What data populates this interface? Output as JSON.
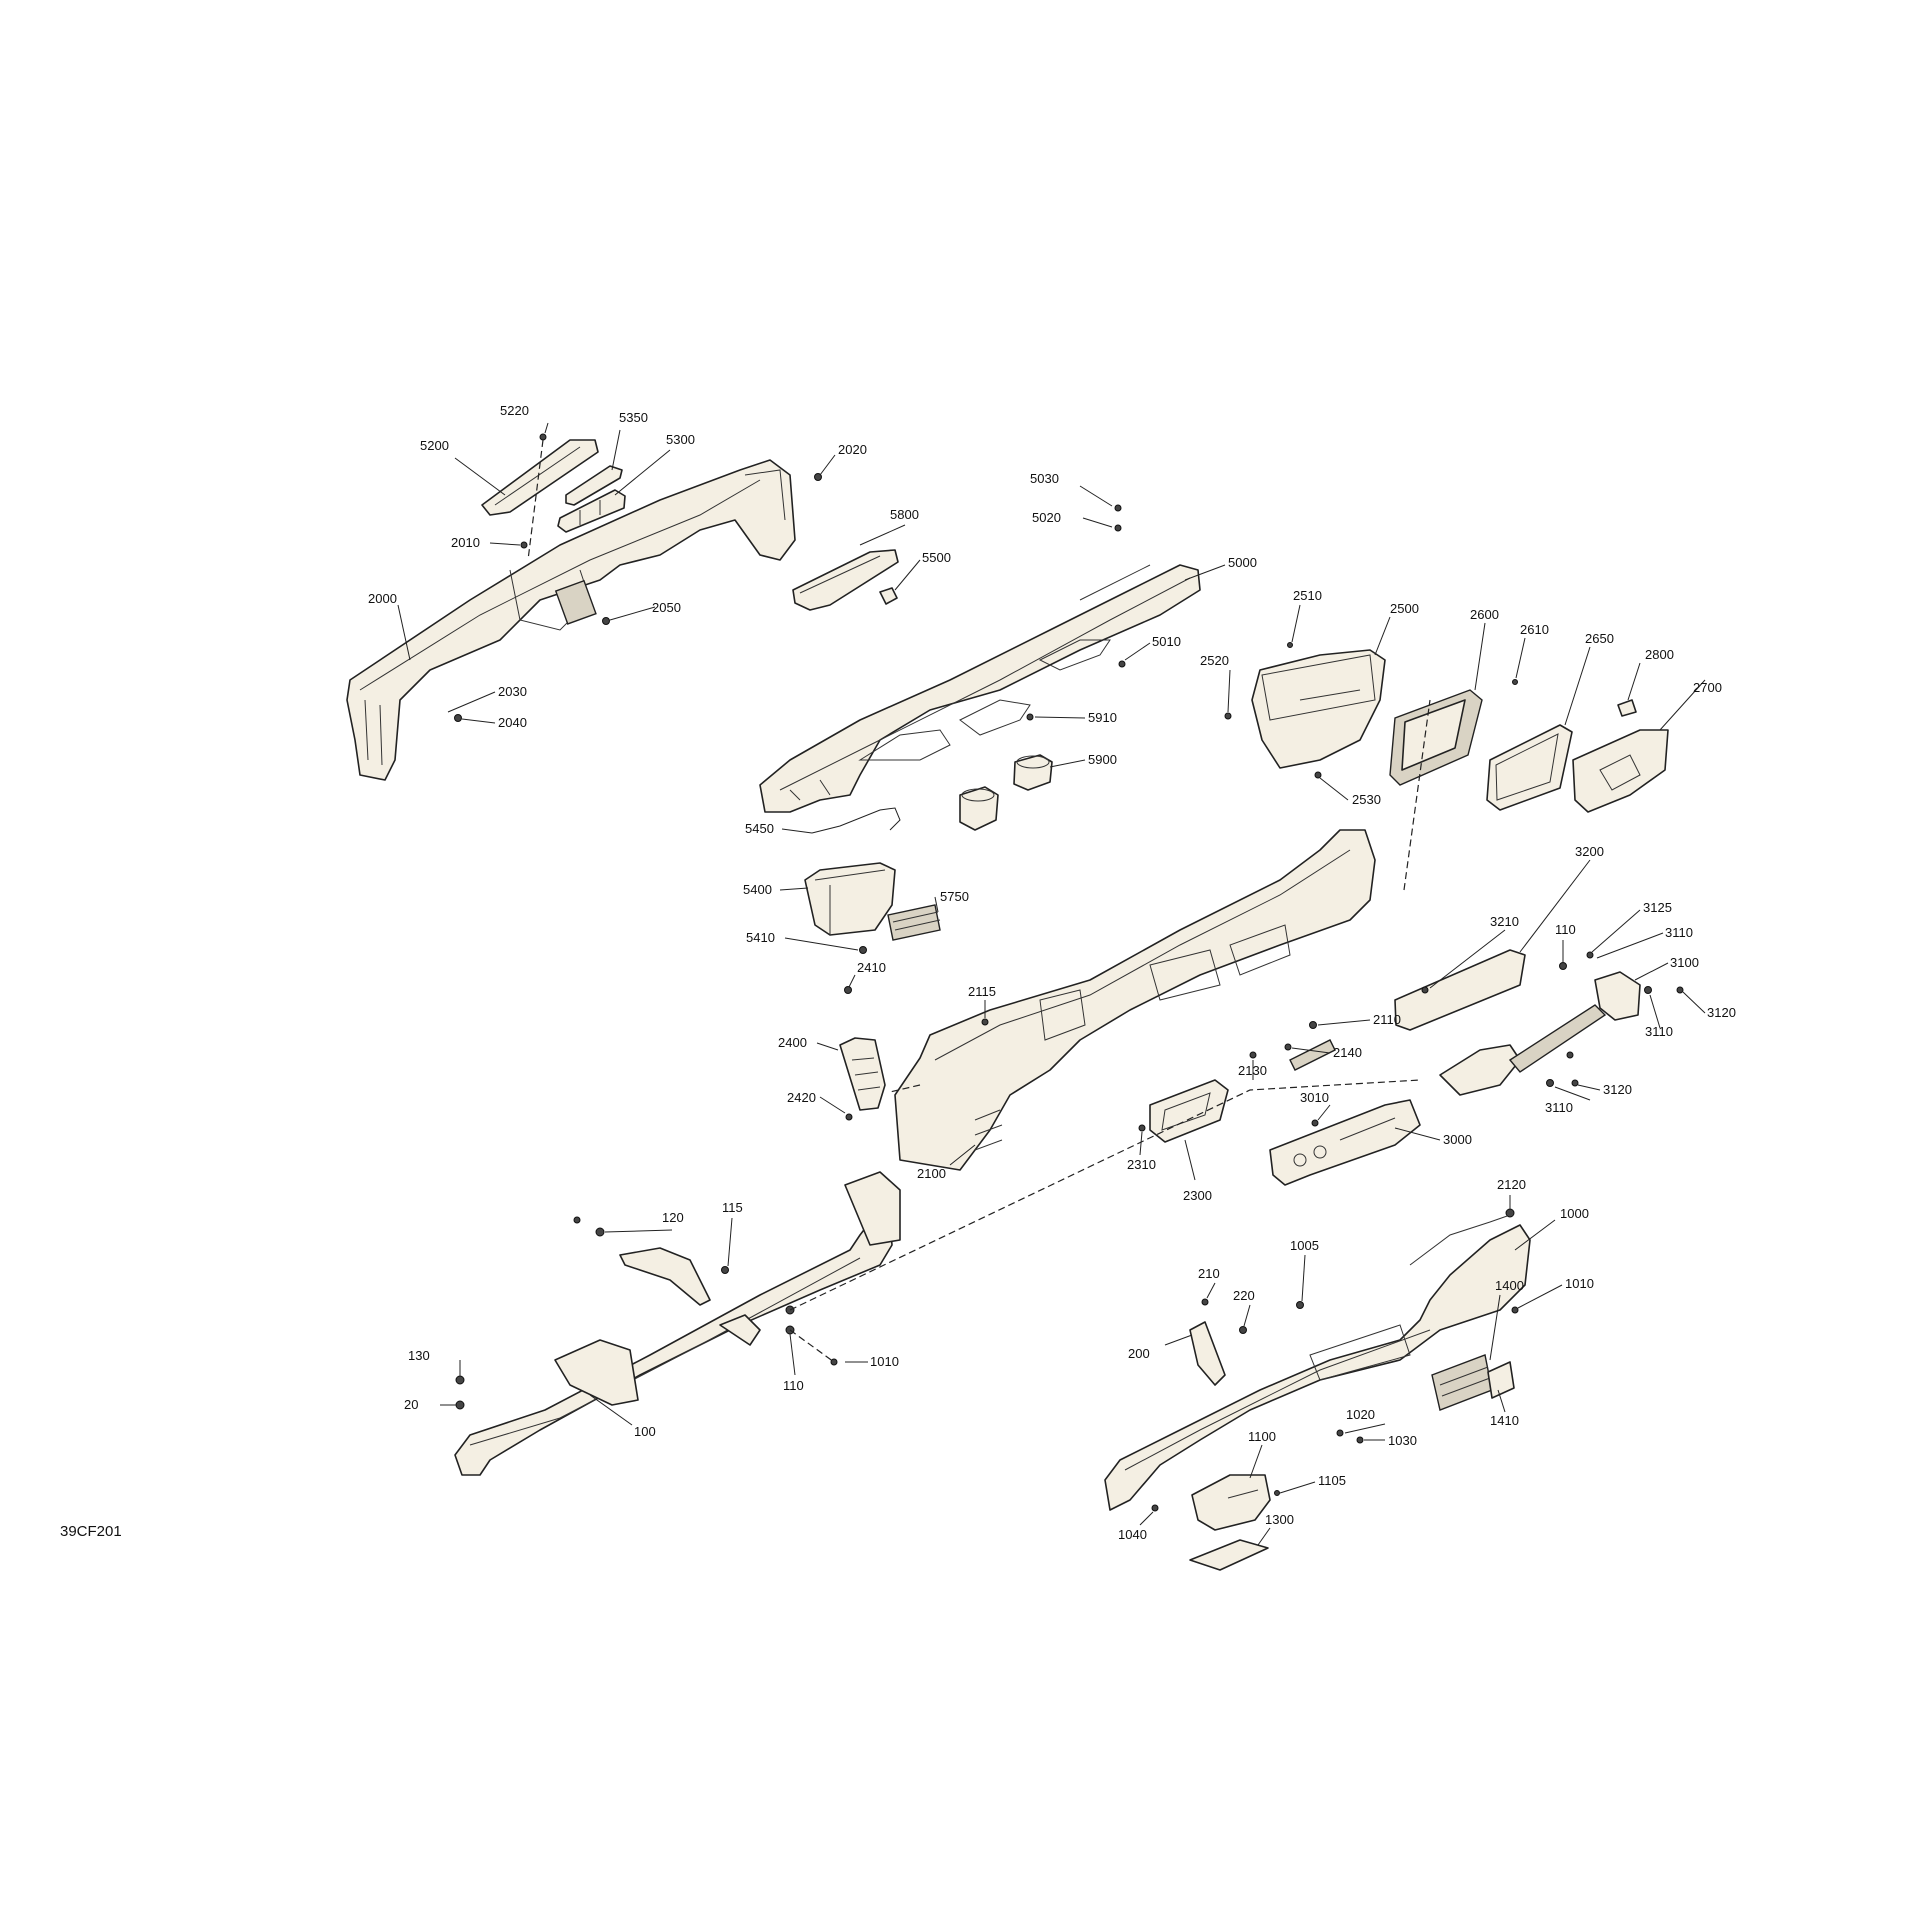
{
  "diagram": {
    "drawing_code": "39CF201",
    "callouts": {
      "c5220": "5220",
      "c5350": "5350",
      "c5200": "5200",
      "c5300": "5300",
      "c2020": "2020",
      "c2010": "2010",
      "c2000": "2000",
      "c2050": "2050",
      "c2030": "2030",
      "c2040": "2040",
      "c5030": "5030",
      "c5020": "5020",
      "c5800": "5800",
      "c5500": "5500",
      "c5000": "5000",
      "c5010": "5010",
      "c5910": "5910",
      "c5900": "5900",
      "c5450": "5450",
      "c5400": "5400",
      "c5750": "5750",
      "c5410": "5410",
      "c2510": "2510",
      "c2500": "2500",
      "c2600": "2600",
      "c2610": "2610",
      "c2650": "2650",
      "c2800": "2800",
      "c2520": "2520",
      "c2700": "2700",
      "c2530": "2530",
      "c3200": "3200",
      "c3210": "3210",
      "c110a": "110",
      "c3125": "3125",
      "c3110a": "3110",
      "c3100": "3100",
      "c3120a": "3120",
      "c3110b": "3110",
      "c3110c": "3110",
      "c3120b": "3120",
      "c2410": "2410",
      "c2115": "2115",
      "c2400": "2400",
      "c2420": "2420",
      "c2110": "2110",
      "c2140": "2140",
      "c2130": "2130",
      "c3010": "3010",
      "c3000": "3000",
      "c2100": "2100",
      "c2310": "2310",
      "c2300": "2300",
      "c120": "120",
      "c115": "115",
      "c130": "130",
      "c20": "20",
      "c100": "100",
      "c110b": "110",
      "c1010a": "1010",
      "c2120": "2120",
      "c1000": "1000",
      "c1005": "1005",
      "c210": "210",
      "c220": "220",
      "c1010b": "1010",
      "c200": "200",
      "c1400": "1400",
      "c1410": "1410",
      "c1020": "1020",
      "c1030": "1030",
      "c1100": "1100",
      "c1105": "1105",
      "c1040": "1040",
      "c1300": "1300"
    }
  }
}
